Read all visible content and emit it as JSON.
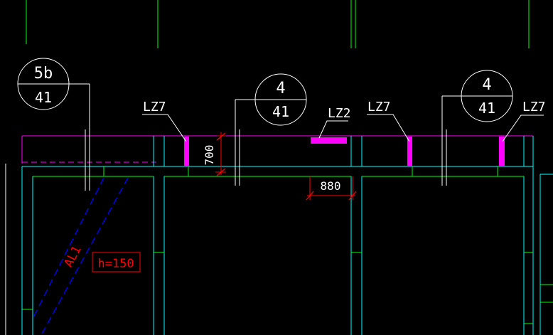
{
  "colors": {
    "background": "#000000",
    "white": "#ffffff",
    "cyan": "#00ffff",
    "green": "#00ff00",
    "magenta": "#ff00ff",
    "red": "#ff0000",
    "blue": "#0000ff"
  },
  "callouts": {
    "c1": {
      "top": "5b",
      "bottom": "41"
    },
    "c2": {
      "top": "4",
      "bottom": "41"
    },
    "c3": {
      "top": "4",
      "bottom": "41"
    }
  },
  "labels": {
    "lz7_a": "LZ7",
    "lz2": "LZ2",
    "lz7_b": "LZ7",
    "lz7_c": "LZ7",
    "al1": "AL1",
    "h_tag": "h=150"
  },
  "dimensions": {
    "vertical": "700",
    "horizontal": "880"
  }
}
